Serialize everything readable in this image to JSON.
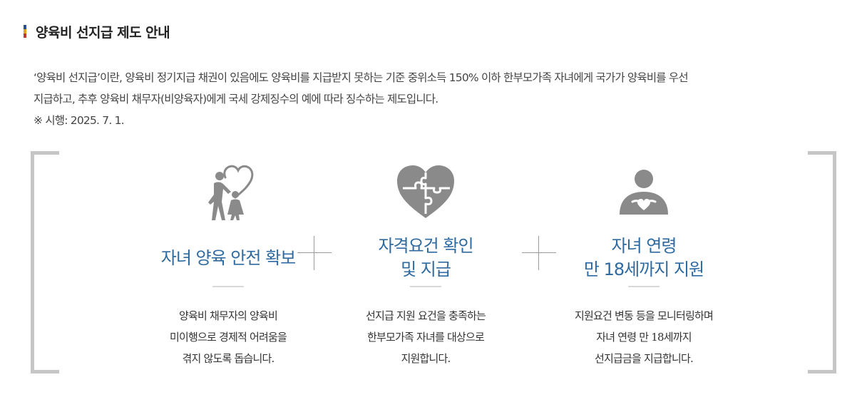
{
  "header": {
    "title": "양육비 선지급 제도 안내",
    "marker_colors": [
      "#2a4d9b",
      "#e4a11b",
      "#c0392b"
    ]
  },
  "intro": {
    "line1": "‘양육비 선지급’이란, 양육비 정기지급 채권이 있음에도 양육비를 지급받지 못하는 기준 중위소득 150% 이하 한부모가족 자녀에게 국가가 양육비를 우선",
    "line2": "지급하고, 추후 양육비 채무자(비양육자)에게 국세 강제징수의 예에 따라 징수하는 제도입니다.",
    "effective_date": "※ 시행: 2025. 7. 1."
  },
  "features": [
    {
      "icon": "parent-child-heart-icon",
      "heading_lines": [
        "자녀 양육 안전 확보"
      ],
      "desc_lines": [
        "양육비 채무자의 양육비",
        "미이행으로 경제적 어려움을",
        "겪지 않도록 돕습니다."
      ]
    },
    {
      "icon": "puzzle-heart-icon",
      "heading_lines": [
        "자격요건 확인",
        "및 지급"
      ],
      "desc_lines": [
        "선지급 지원 요건을 충족하는",
        "한부모가족 자녀를 대상으로",
        "지원합니다."
      ]
    },
    {
      "icon": "person-holding-heart-icon",
      "heading_lines": [
        "자녀 연령",
        "만 18세까지 지원"
      ],
      "desc_lines": [
        "지원요건 변동 등을 모니터링하며",
        "자녀 연령 만 18세까지",
        "선지급금을 지급합니다."
      ]
    }
  ],
  "colors": {
    "heading": "#2f6aa0",
    "icon": "#8a8a8a",
    "bracket": "#c6c6c6"
  }
}
